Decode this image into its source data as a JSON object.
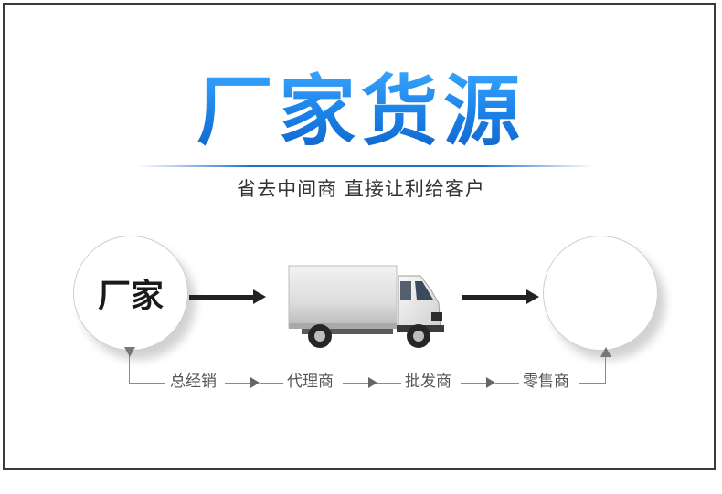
{
  "title": "厂家货源",
  "subtitle": "省去中间商  直接让利给客户",
  "left_circle": {
    "label": "厂家"
  },
  "right_circle": {
    "label": ""
  },
  "flow": {
    "steps": [
      "总经销",
      "代理商",
      "批发商",
      "零售商"
    ]
  },
  "colors": {
    "title_blue": "#1a7fe6",
    "divider_blue": "#1f6fd1",
    "text_dark": "#333333"
  },
  "icons": {
    "truck": "delivery-truck-icon"
  }
}
